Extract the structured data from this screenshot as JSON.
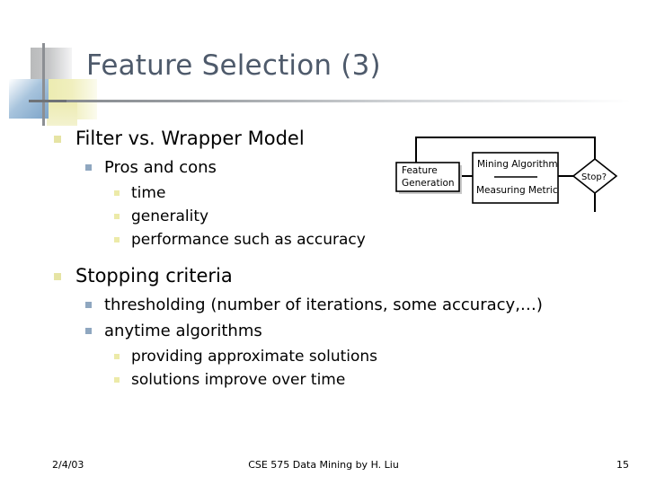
{
  "slide": {
    "title": "Feature Selection (3)",
    "title_color": "#4e5a6b",
    "background": "#ffffff"
  },
  "bullets": [
    {
      "level": 1,
      "text": "Filter vs. Wrapper Model",
      "marker_color": "#e6e4a4"
    },
    {
      "level": 2,
      "text": "Pros and cons",
      "marker_color": "#8fa7c0"
    },
    {
      "level": 3,
      "text": "time",
      "marker_color": "#eceaa8"
    },
    {
      "level": 3,
      "text": "generality",
      "marker_color": "#eceaa8"
    },
    {
      "level": 3,
      "text": "performance such as accuracy",
      "marker_color": "#eceaa8"
    },
    {
      "level": 1,
      "text": "Stopping criteria",
      "marker_color": "#e6e4a4"
    },
    {
      "level": 2,
      "text": "thresholding (number of iterations, some accuracy,…)",
      "marker_color": "#8fa7c0"
    },
    {
      "level": 2,
      "text": "anytime algorithms",
      "marker_color": "#8fa7c0"
    },
    {
      "level": 3,
      "text": "providing approximate solutions",
      "marker_color": "#eceaa8"
    },
    {
      "level": 3,
      "text": "solutions improve over time",
      "marker_color": "#eceaa8"
    }
  ],
  "figure": {
    "name": "feature-selection-process-flowchart",
    "nodes": {
      "feature_generation_line1": "Feature",
      "feature_generation_line2": "Generation",
      "mining_algorithm": "Mining Algorithm",
      "measuring_metric": "Measuring Metric",
      "stop": "Stop?"
    },
    "stroke_color": "#000000",
    "box_fill": "#d9d9d9"
  },
  "footer": {
    "date": "2/4/03",
    "center": "CSE 575 Data Mining by H. Liu",
    "page_number": "15"
  },
  "ornaments": {
    "gray": "#c6c7c8",
    "blue": "#7ba3c8",
    "yellow": "#ecebb0",
    "rule": "#878b90"
  }
}
